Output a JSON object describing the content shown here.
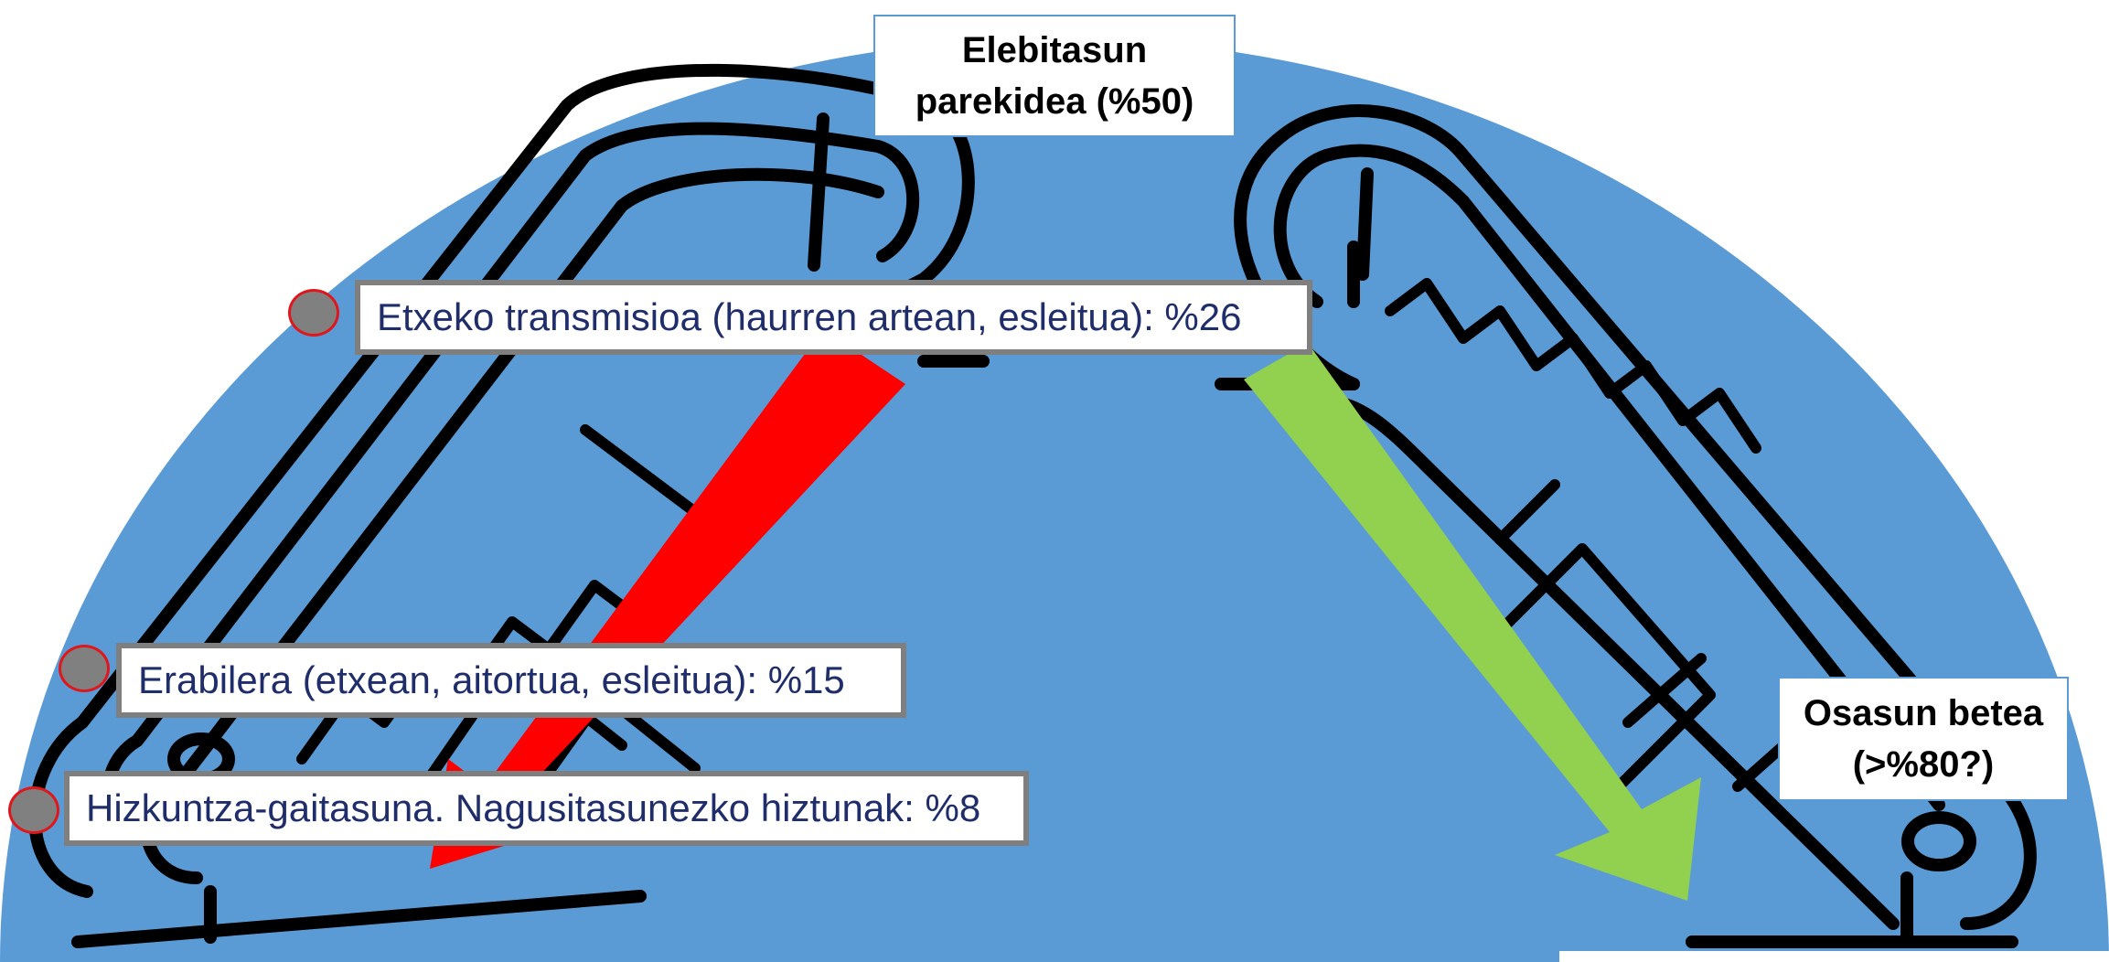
{
  "colors": {
    "background_fill": "#5b9bd5",
    "escalator_stroke": "#000000",
    "down_arrow": "#ff0000",
    "up_arrow": "#92d050",
    "marker_fill": "#808080",
    "marker_outline": "#e0161b",
    "label_text": "#1f2d6b",
    "label_border": "#7f7f7f"
  },
  "top_callout": {
    "line1": "Elebitasun",
    "line2": "parekidea (%50)"
  },
  "right_callout": {
    "line1": "Osasun betea",
    "line2": "(>%80?)"
  },
  "levels": [
    {
      "text": "Etxeko transmisioa (haurren artean, esleitua): %26"
    },
    {
      "text": "Erabilera (etxean, aitortua, esleitua): %15"
    },
    {
      "text": "Hizkuntza-gaitasuna. Nagusitasunezko hiztunak: %8"
    }
  ],
  "icons": {
    "left_escalator": "escalator-icon",
    "right_escalator": "escalator-icon",
    "down_arrow": "down-arrow-icon",
    "up_arrow": "diagonal-arrow-icon"
  }
}
